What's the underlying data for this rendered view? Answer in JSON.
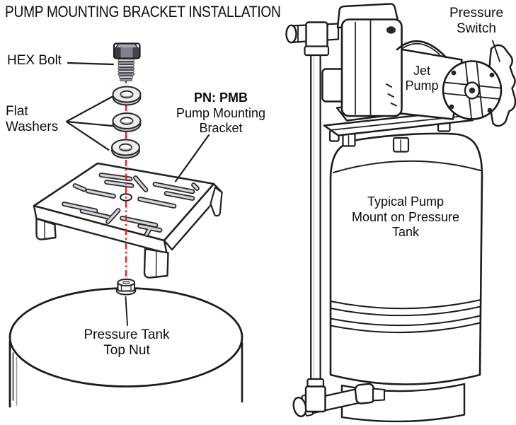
{
  "title": "PUMP MOUNTING BRACKET INSTALLATION",
  "exploded_view": {
    "hex_bolt": "HEX Bolt",
    "flat_washers": {
      "line1": "Flat",
      "line2": "Washers"
    },
    "part_number": "PN: PMB",
    "part_name": {
      "line1": "Pump Mounting",
      "line2": "Bracket"
    },
    "tank_nut": {
      "line1": "Pressure Tank",
      "line2": "Top Nut"
    }
  },
  "assembled_view": {
    "jet_pump": {
      "line1": "Jet",
      "line2": "Pump"
    },
    "pressure_switch": {
      "line1": "Pressure",
      "line2": "Switch"
    },
    "caption": {
      "line1": "Typical Pump",
      "line2": "Mount on Pressure",
      "line3": "Tank"
    }
  },
  "colors": {
    "ink": "#1b1b1b",
    "centerline": "#ee1c24",
    "metal_light": "#d6d6da",
    "metal_mid": "#81818c",
    "metal_dark": "#41414a",
    "background": "#ffffff"
  }
}
